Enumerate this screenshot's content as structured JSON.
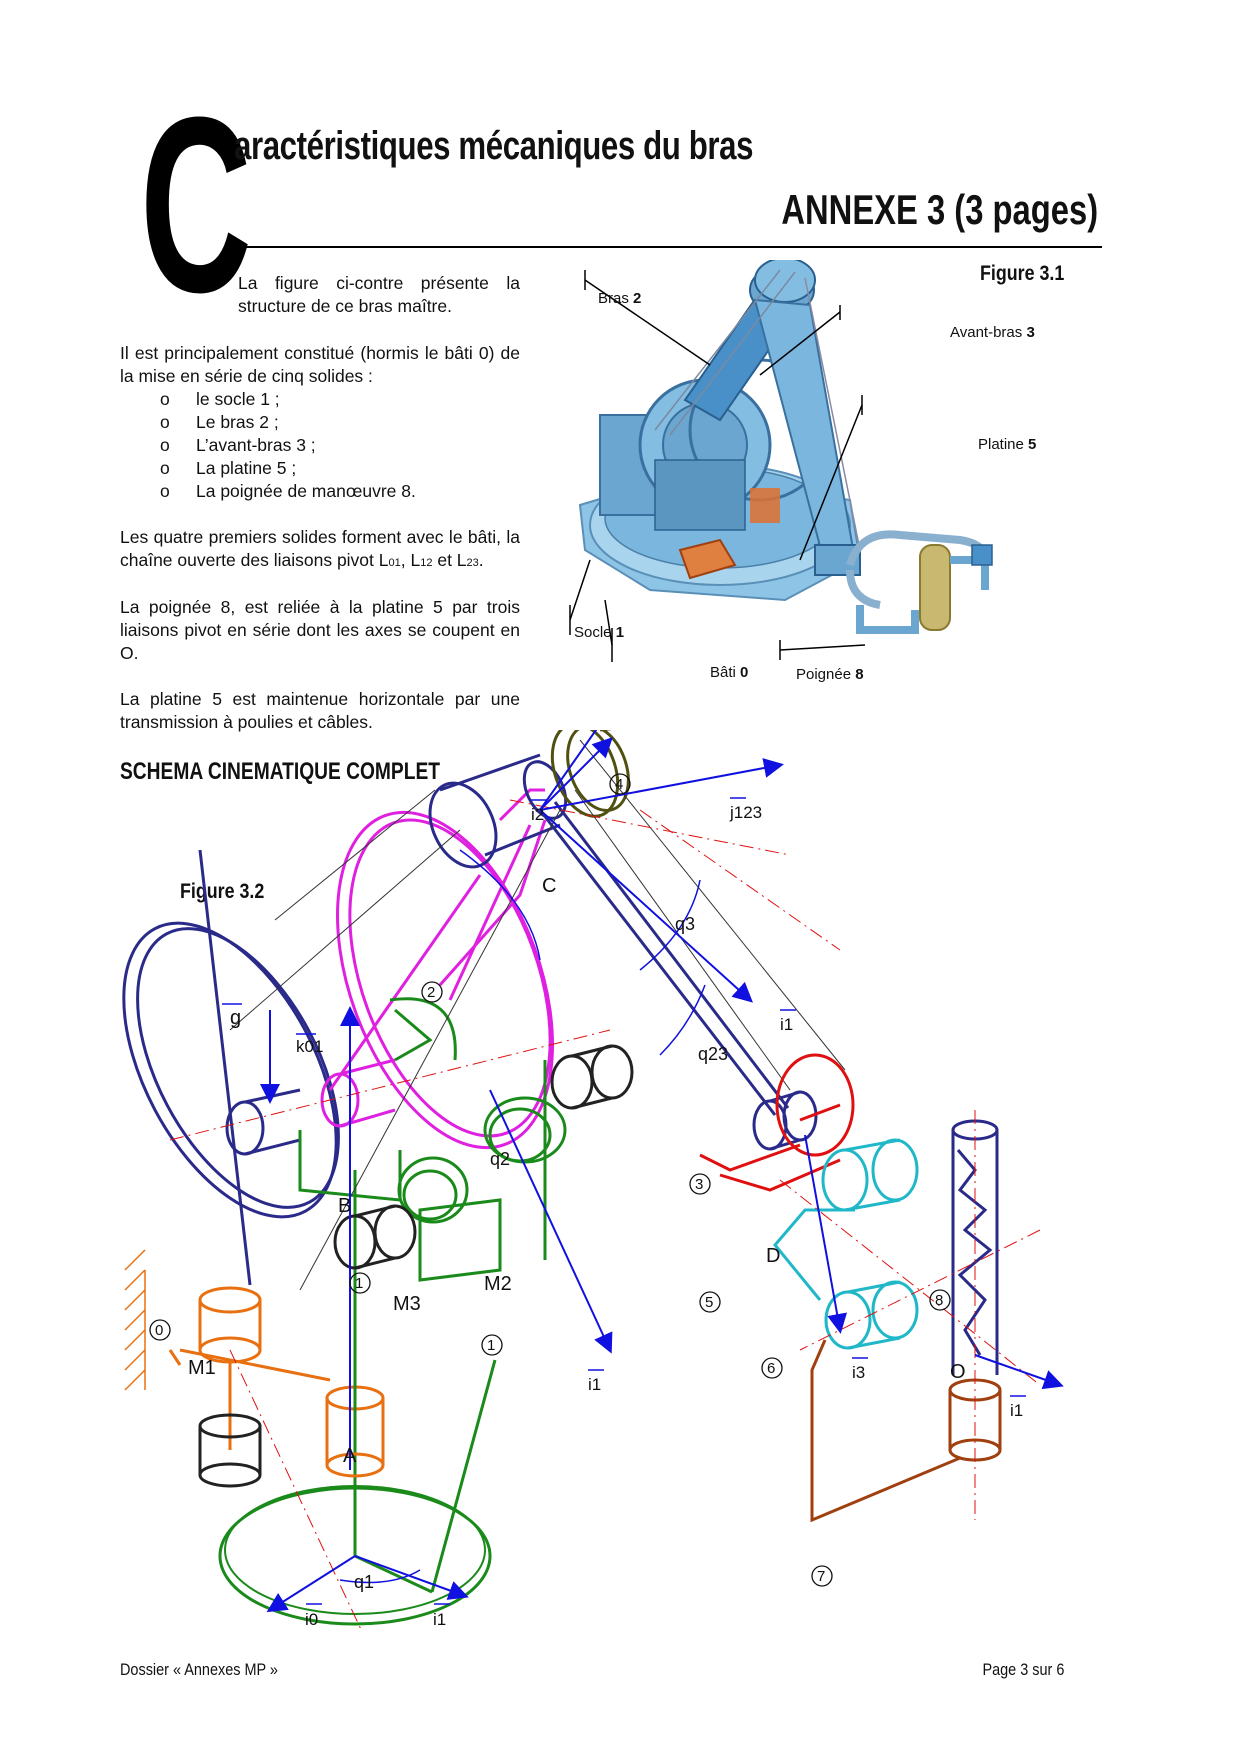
{
  "header": {
    "dropcap": "C",
    "title_rest": "aractéristiques mécaniques du bras",
    "annex": "ANNEXE 3 (3 pages)"
  },
  "intro": {
    "p1": "La figure ci-contre présente la structure de ce bras maître.",
    "p2": "Il est principalement constitué (hormis le bâti 0) de la mise en série de cinq solides :",
    "bullet": "o",
    "items": [
      "le socle 1 ;",
      "Le bras 2 ;",
      "L’avant-bras 3 ;",
      "La platine 5 ;",
      "La poignée de manœuvre 8."
    ],
    "p3_a": "Les quatre premiers solides forment avec le bâti, la chaîne ouverte des liaisons pivot L",
    "p3_sub1": "01",
    "p3_b": ",",
    "p3_c": "L",
    "p3_sub2": "12",
    "p3_d": " et L",
    "p3_sub3": "23",
    "p3_e": ".",
    "p4": "La poignée 8, est reliée à la platine 5 par trois liaisons pivot en série dont les axes se coupent en O.",
    "p5": "La platine 5 est maintenue horizontale par une transmission à poulies et câbles."
  },
  "figure31": {
    "caption": "Figure 3.1",
    "labels": {
      "bras": "Bras",
      "bras_n": "2",
      "avantbras": "Avant-bras",
      "avantbras_n": "3",
      "platine": "Platine",
      "platine_n": "5",
      "socle": "Socle",
      "socle_n": "1",
      "bati": "Bâti",
      "bati_n": "0",
      "poignee": "Poignée",
      "poignee_n": "8"
    }
  },
  "figure32": {
    "section_title": "SCHEMA CINEMATIQUE COMPLET",
    "caption": "Figure 3.2",
    "labels": {
      "g": "g",
      "k01": "k01",
      "i0": "i0",
      "i1": "i1",
      "i2": "i2",
      "i3": "i3",
      "j123": "j123",
      "q1": "q1",
      "q2": "q2",
      "q3": "q3",
      "q23": "q23",
      "A": "A",
      "B": "B",
      "C": "C",
      "D": "D",
      "O": "O",
      "M1": "M1",
      "M2": "M2",
      "M3": "M3",
      "n0": "0",
      "n1": "1",
      "n2": "2",
      "n3": "3",
      "n4": "4",
      "n5": "5",
      "n6": "6",
      "n7": "7",
      "n8": "8"
    },
    "colors": {
      "green": "#1a8a1a",
      "magenta": "#e020e0",
      "navy": "#2a2a8a",
      "orange": "#e87010",
      "red": "#e01010",
      "cyan": "#20b8c8",
      "brown": "#a04010",
      "olive": "#505010",
      "blue": "#1010e0",
      "dark": "#222222"
    }
  },
  "footer": {
    "left": "Dossier « Annexes MP »",
    "right": "Page 3 sur 6"
  }
}
